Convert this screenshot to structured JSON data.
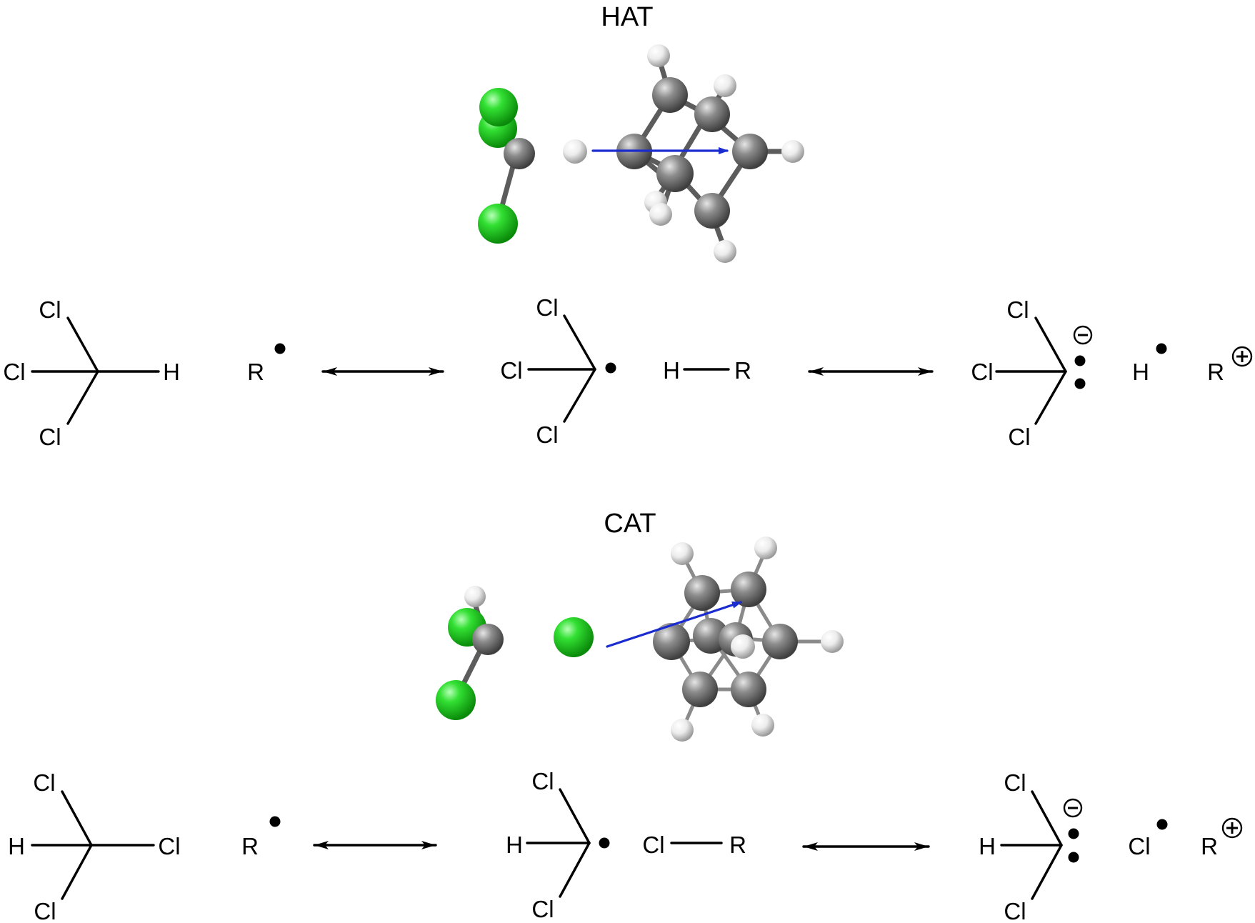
{
  "figure": {
    "hat": {
      "title": "HAT",
      "model_atoms": {
        "chlorine_color": "#22cc22",
        "carbon_color": "#808080",
        "hydrogen_color": "#f0f0f0",
        "vector_color": "#1a2bd0"
      },
      "resonance": {
        "left": {
          "atom_top": "Cl",
          "atom_left": "Cl",
          "atom_bottom": "Cl",
          "atom_right": "H",
          "radical": "R"
        },
        "middle": {
          "atom_top": "Cl",
          "atom_left": "Cl",
          "atom_bottom": "Cl",
          "partner_left": "H",
          "partner_right": "R"
        },
        "right": {
          "atom_top": "Cl",
          "atom_left": "Cl",
          "atom_bottom": "Cl",
          "radical_atom": "H",
          "cation": "R"
        }
      }
    },
    "cat": {
      "title": "CAT",
      "resonance": {
        "left": {
          "atom_top": "Cl",
          "atom_left": "H",
          "atom_bottom": "Cl",
          "atom_right": "Cl",
          "radical": "R"
        },
        "middle": {
          "atom_top": "Cl",
          "atom_left": "H",
          "atom_bottom": "Cl",
          "partner_left": "Cl",
          "partner_right": "R"
        },
        "right": {
          "atom_top": "Cl",
          "atom_left": "H",
          "atom_bottom": "Cl",
          "radical_atom": "Cl",
          "cation": "R"
        }
      }
    }
  }
}
